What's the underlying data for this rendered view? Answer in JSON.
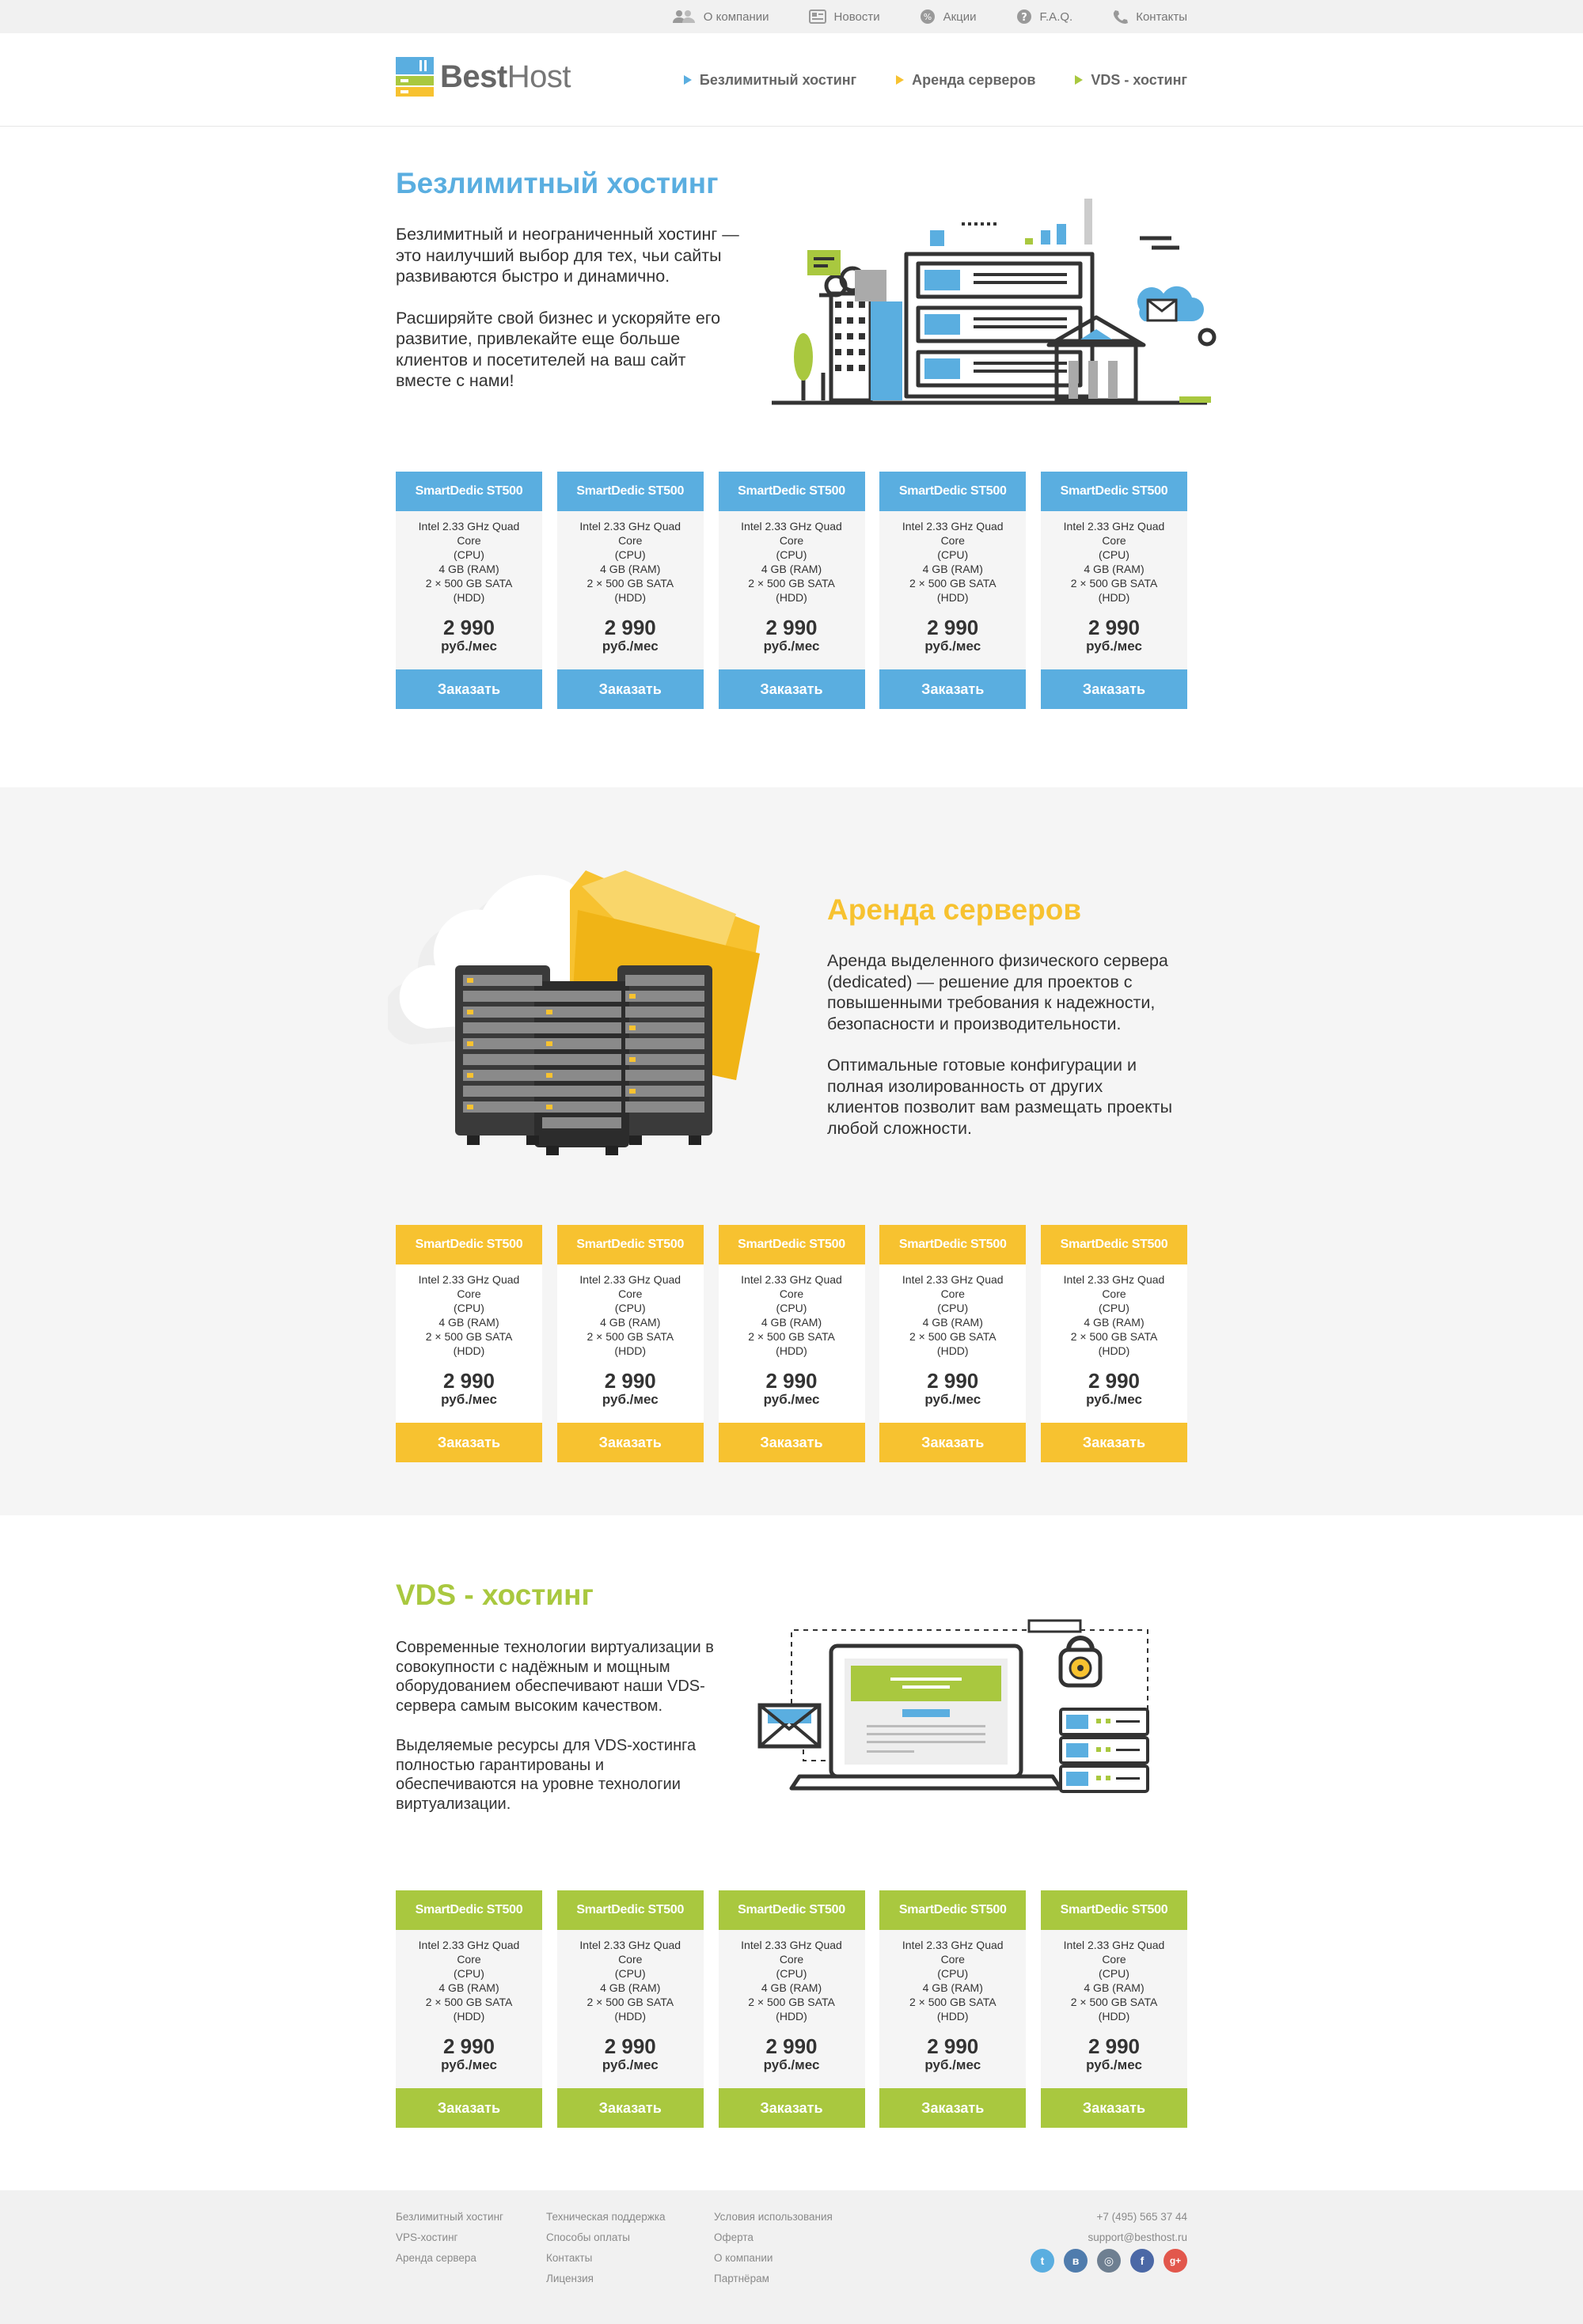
{
  "topbar": {
    "links": [
      {
        "label": "О компании",
        "icon": "users-icon"
      },
      {
        "label": "Новости",
        "icon": "news-icon"
      },
      {
        "label": "Акции",
        "icon": "badge-icon"
      },
      {
        "label": "F.A.Q.",
        "icon": "question-icon"
      },
      {
        "label": "Контакты",
        "icon": "phone-icon"
      }
    ]
  },
  "header": {
    "logo_bold": "Best",
    "logo_light": "Host",
    "nav": [
      {
        "label": "Безлимитный хостинг",
        "color": "#5aaee0"
      },
      {
        "label": "Аренда серверов",
        "color": "#f7c230"
      },
      {
        "label": "VDS - хостинг",
        "color": "#a9c83f"
      }
    ]
  },
  "colors": {
    "blue": "#5aaee0",
    "yellow": "#f7c230",
    "green": "#a9c83f"
  },
  "unlimited": {
    "title": "Безлимитный хостинг",
    "p1": "Безлимитный и неограниченный хостинг — это наилучший выбор для тех, чьи сайты развиваются быстро и динамично.",
    "p2": "Расширяйте свой бизнес и ускоряйте его развитие, привлекайте еще больше клиентов и посетителей на ваш сайт вместе с нами!"
  },
  "servers": {
    "title": "Аренда серверов",
    "p1": "Аренда выделенного физического сервера (dedicated) — решение для проектов с повышенными требования к надежности, безопасности и производительности.",
    "p2": "Оптимальные готовые конфигурации и полная изолированность от других клиентов позволит вам размещать проекты любой сложности."
  },
  "vds": {
    "title": "VDS - хостинг",
    "p1": "Современные технологии виртуализации в совокупности с надёжным и мощным оборудованием обеспечивают наши VDS-сервера самым высоким качеством.",
    "p2": "Выделяемые ресурсы для VDS-хостинга полностью гарантированы и обеспечиваются на уровне технологии виртуализации."
  },
  "plan": {
    "name": "SmartDedic ST500",
    "spec1": "Intel 2.33 GHz Quad Core",
    "spec2": "(CPU)",
    "spec3": "4 GB (RAM)",
    "spec4": "2 × 500 GB SATA",
    "spec5": "(HDD)",
    "price": "2 990",
    "unit": "руб./мес",
    "order": "Заказать"
  },
  "footer": {
    "col1": [
      "Безлимитный хостинг",
      "VPS-хостинг",
      "Аренда сервера"
    ],
    "col2": [
      "Техническая поддержка",
      "Способы оплаты",
      "Контакты",
      "Лицензия"
    ],
    "col3": [
      "Условия использования",
      "Оферта",
      "О компании",
      "Партнёрам"
    ],
    "phone": "+7 (495) 565 37 44",
    "email": "support@besthost.ru",
    "socials": [
      {
        "name": "twitter-icon",
        "glyph": "t",
        "color": "#5aaee0"
      },
      {
        "name": "vk-icon",
        "glyph": "в",
        "color": "#4f7cad"
      },
      {
        "name": "instagram-icon",
        "glyph": "◎",
        "color": "#6e7f91"
      },
      {
        "name": "facebook-icon",
        "glyph": "f",
        "color": "#4b68a6"
      },
      {
        "name": "googleplus-icon",
        "glyph": "g+",
        "color": "#e2574c"
      }
    ]
  }
}
